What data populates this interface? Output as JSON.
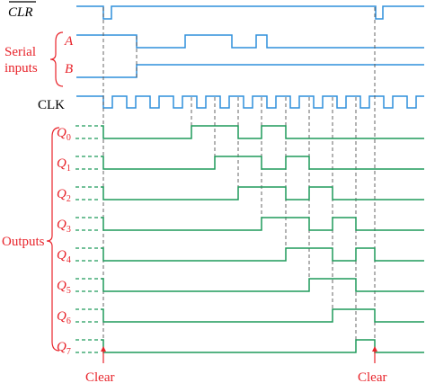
{
  "labels": {
    "clr": "CLR",
    "serial_line1": "Serial",
    "serial_line2": "inputs",
    "a": "A",
    "b": "B",
    "clk": "CLK",
    "outputs": "Outputs",
    "clear_left": "Clear",
    "clear_right": "Clear",
    "q_letter": "Q"
  },
  "outputs": [
    {
      "sub": "0"
    },
    {
      "sub": "1"
    },
    {
      "sub": "2"
    },
    {
      "sub": "3"
    },
    {
      "sub": "4"
    },
    {
      "sub": "5"
    },
    {
      "sub": "6"
    },
    {
      "sub": "7"
    }
  ],
  "colors": {
    "input_trace": "#2f8fdc",
    "output_trace": "#1f9a5a",
    "label_red": "#e8232a",
    "label_black": "#000000",
    "guide_dash": "#555555"
  }
}
